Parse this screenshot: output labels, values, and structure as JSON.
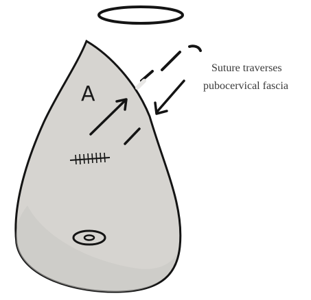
{
  "annotation": {
    "lines": [
      "Suture traverses",
      "pubocervical fascia"
    ]
  },
  "markers": {
    "anterior_letter": "A"
  },
  "colors": {
    "tissue_fill": "#d6d4d0",
    "tissue_shadow": "#c9c7c3",
    "ink": "#141414",
    "caption": "#3a3a3a"
  },
  "icons": {
    "top_ring": "ellipse-outline-icon",
    "arrow_in": "arrow-up-right-icon",
    "arrow_out": "arrow-down-left-icon",
    "suture_line": "stitch-marks-icon",
    "bottom_opening": "ring-opening-icon"
  }
}
